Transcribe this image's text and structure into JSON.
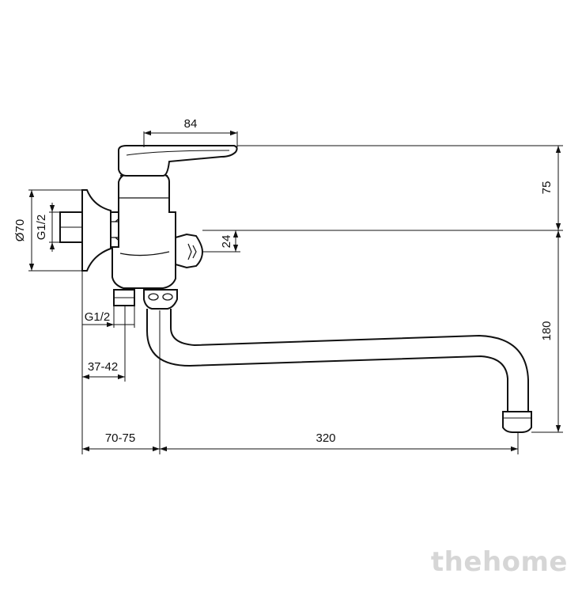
{
  "dimensions": {
    "lever_length": "84",
    "lever_height": "75",
    "rosette_diameter": "Ø70",
    "inlet_thread": "G1/2",
    "diverter_offset": "24",
    "outlet_thread": "G1/2",
    "eccentric_offset": "37-42",
    "wall_to_spout": "70-75",
    "spout_reach": "320",
    "spout_height": "180"
  },
  "watermark": "thehome",
  "colors": {
    "line": "#111111",
    "watermark": "#d6d6d6"
  }
}
